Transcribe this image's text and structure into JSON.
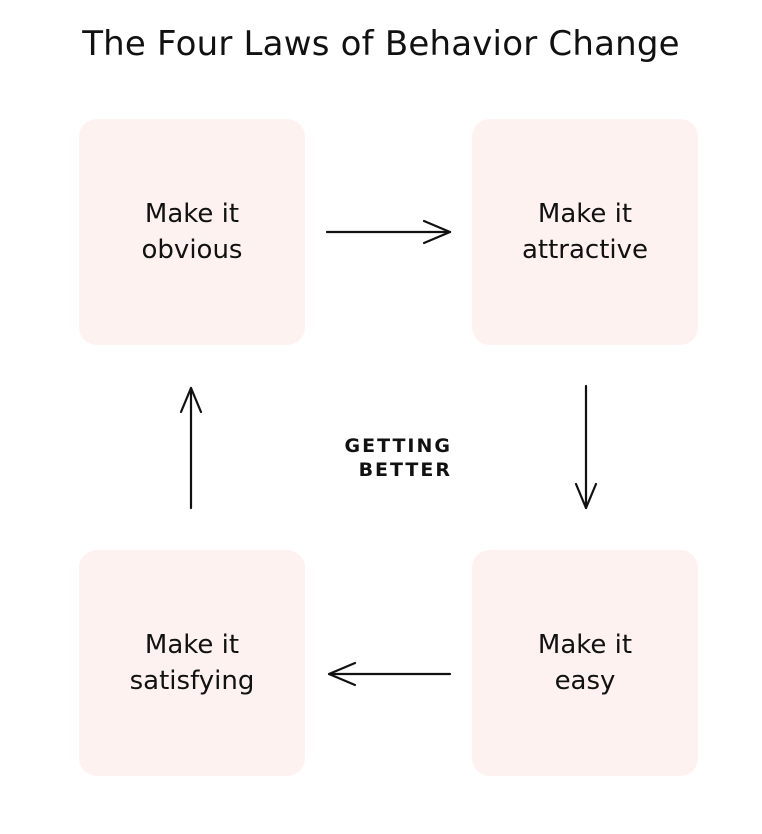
{
  "title": "The Four Laws of Behavior Change",
  "center_label": {
    "line1": "GETTING",
    "line2": "BETTER"
  },
  "cards": {
    "obvious": {
      "line1": "Make it",
      "line2": "obvious"
    },
    "attractive": {
      "line1": "Make it",
      "line2": "attractive"
    },
    "easy": {
      "line1": "Make it",
      "line2": "easy"
    },
    "satisfying": {
      "line1": "Make it",
      "line2": "satisfying"
    }
  },
  "colors": {
    "card_background": "#fdf2ef",
    "text": "#111111",
    "background": "#ffffff"
  }
}
